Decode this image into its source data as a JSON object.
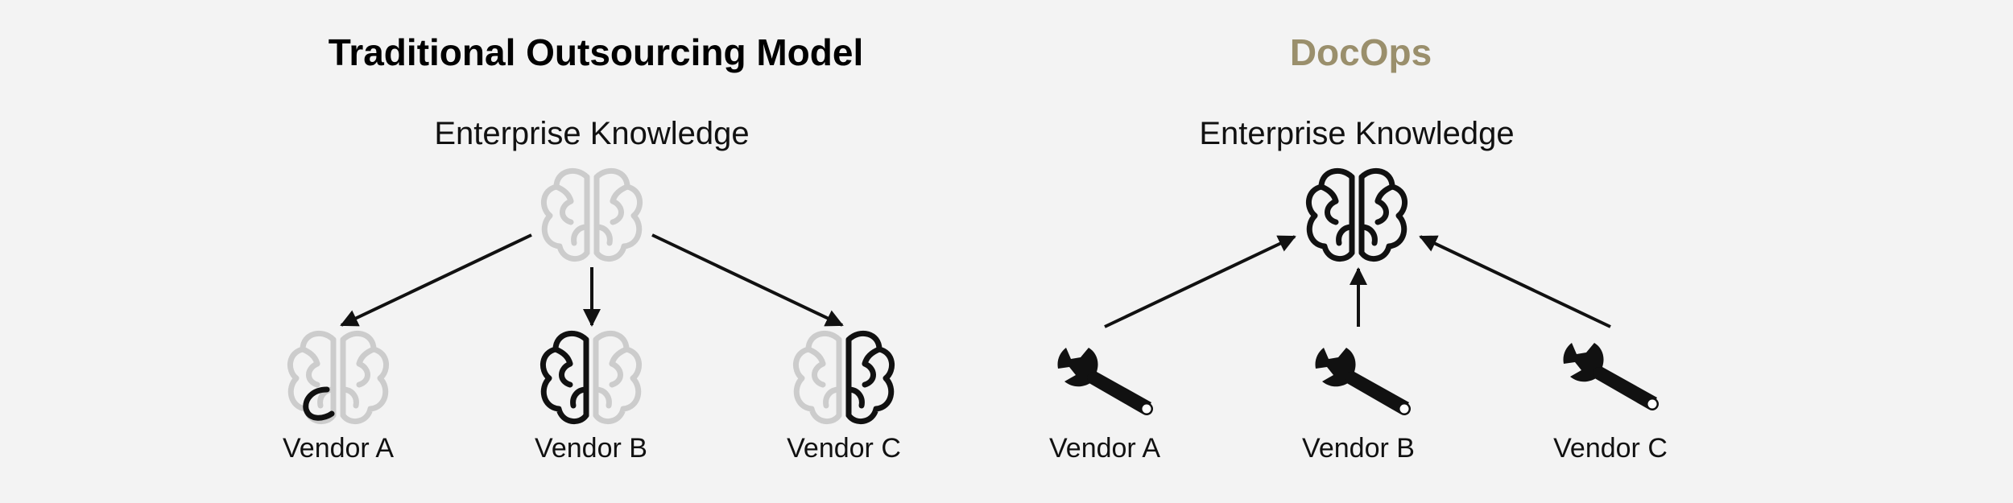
{
  "left": {
    "title": "Traditional Outsourcing Model",
    "subtitle": "Enterprise Knowledge",
    "vendors": [
      "Vendor A",
      "Vendor B",
      "Vendor C"
    ]
  },
  "right": {
    "title": "DocOps",
    "subtitle": "Enterprise Knowledge",
    "vendors": [
      "Vendor A",
      "Vendor B",
      "Vendor C"
    ]
  },
  "colors": {
    "title_left": "#111111",
    "title_right": "#9a8f6c",
    "icon_dark": "#111111",
    "icon_light": "#cccccc",
    "arrow": "#111111"
  },
  "icons": {
    "knowledge": "brain-icon",
    "vendor_partial_knowledge": "brain-icon",
    "vendor_tool": "wrench-icon"
  }
}
